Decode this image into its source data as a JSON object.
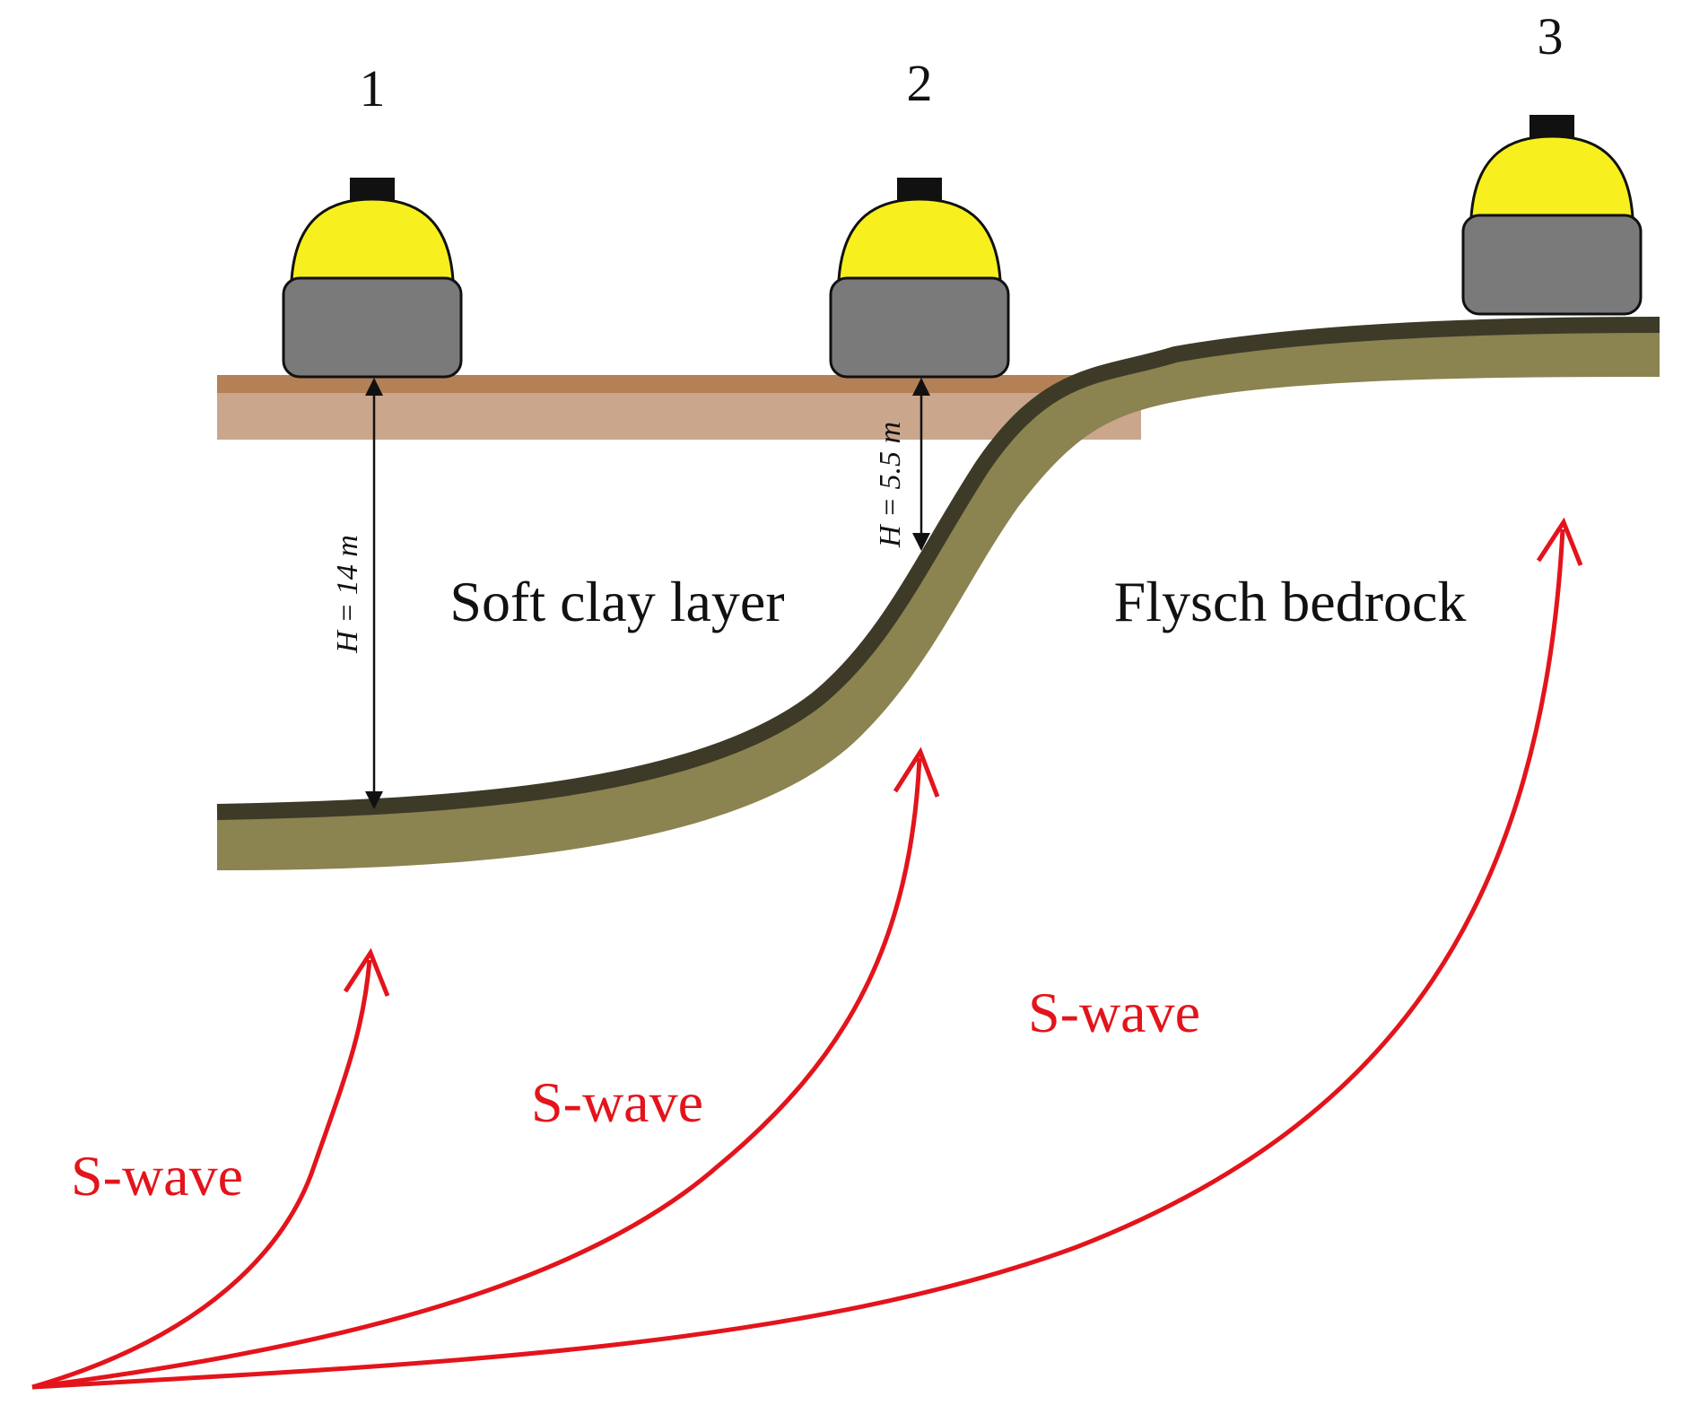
{
  "stations": [
    {
      "id": "1",
      "label": "1"
    },
    {
      "id": "2",
      "label": "2"
    },
    {
      "id": "3",
      "label": "3"
    }
  ],
  "layers": {
    "soft_clay": "Soft clay layer",
    "bedrock": "Flysch bedrock"
  },
  "dimensions": {
    "station1_depth": "H = 14 m",
    "station2_depth": "H = 5.5 m"
  },
  "waves": [
    {
      "label": "S-wave"
    },
    {
      "label": "S-wave"
    },
    {
      "label": "S-wave"
    }
  ],
  "colors": {
    "wave": "#e3141b",
    "sensor_dome": "#f7f01e",
    "sensor_base": "#7a7a7a",
    "surface_soil": "#b48056",
    "soft_clay_band": "#c9a68c",
    "bedrock_band": "#8b8350",
    "bedrock_edge": "#3d3a28"
  }
}
